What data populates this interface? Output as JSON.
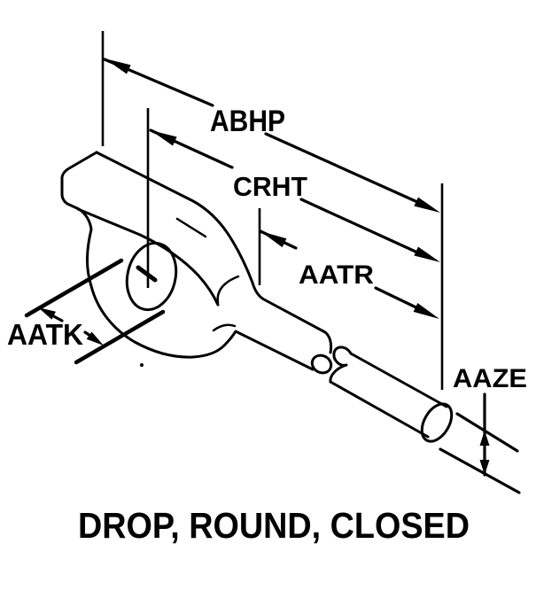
{
  "figure": {
    "type": "isometric-technical-line-drawing",
    "caption": "DROP, ROUND, CLOSED",
    "labels": {
      "abhp": "ABHP",
      "crht": "CRHT",
      "aatr": "AATR",
      "aatk": "AATK",
      "aaze": "AAZE"
    },
    "colors": {
      "ink": "#000000",
      "background": "#ffffff"
    }
  }
}
